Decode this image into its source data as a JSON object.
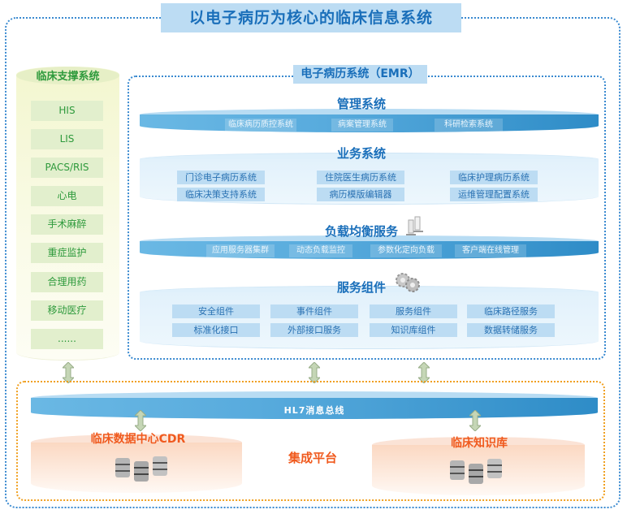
{
  "title": "以电子病历为核心的临床信息系统",
  "support_system": {
    "title": "临床支撑系统",
    "items": [
      "HIS",
      "LIS",
      "PACS/RIS",
      "心电",
      "手术麻醉",
      "重症监护",
      "合理用药",
      "移动医疗",
      "......"
    ]
  },
  "emr": {
    "title": "电子病历系统（EMR）",
    "management": {
      "title": "管理系统",
      "items": [
        "临床病历质控系统",
        "病案管理系统",
        "科研检索系统"
      ]
    },
    "business": {
      "title": "业务系统",
      "items": [
        "门诊电子病历系统",
        "住院医生病历系统",
        "临床护理病历系统",
        "临床决策支持系统",
        "病历模版编辑器",
        "运维管理配置系统"
      ]
    },
    "load_balance": {
      "title": "负载均衡服务",
      "icon": "server-icon",
      "items": [
        "应用服务器集群",
        "动态负载监控",
        "参数化定向负载",
        "客户端在线管理"
      ]
    },
    "components": {
      "title": "服务组件",
      "icon": "gears-icon",
      "items": [
        "安全组件",
        "事件组件",
        "服务组件",
        "临床路径服务",
        "标准化接口",
        "外部接口服务",
        "知识库组件",
        "数据转储服务"
      ]
    }
  },
  "integration": {
    "label": "集成平台",
    "bus": "HL7消息总线",
    "cdr": "临床数据中心CDR",
    "knowledge_base": "临床知识库"
  },
  "colors": {
    "blue_title": "#1a6fba",
    "green_text": "#2e9a3c",
    "orange_text": "#f05a1e",
    "frame_blue": "#3a8ad0",
    "frame_orange": "#f0a020"
  }
}
